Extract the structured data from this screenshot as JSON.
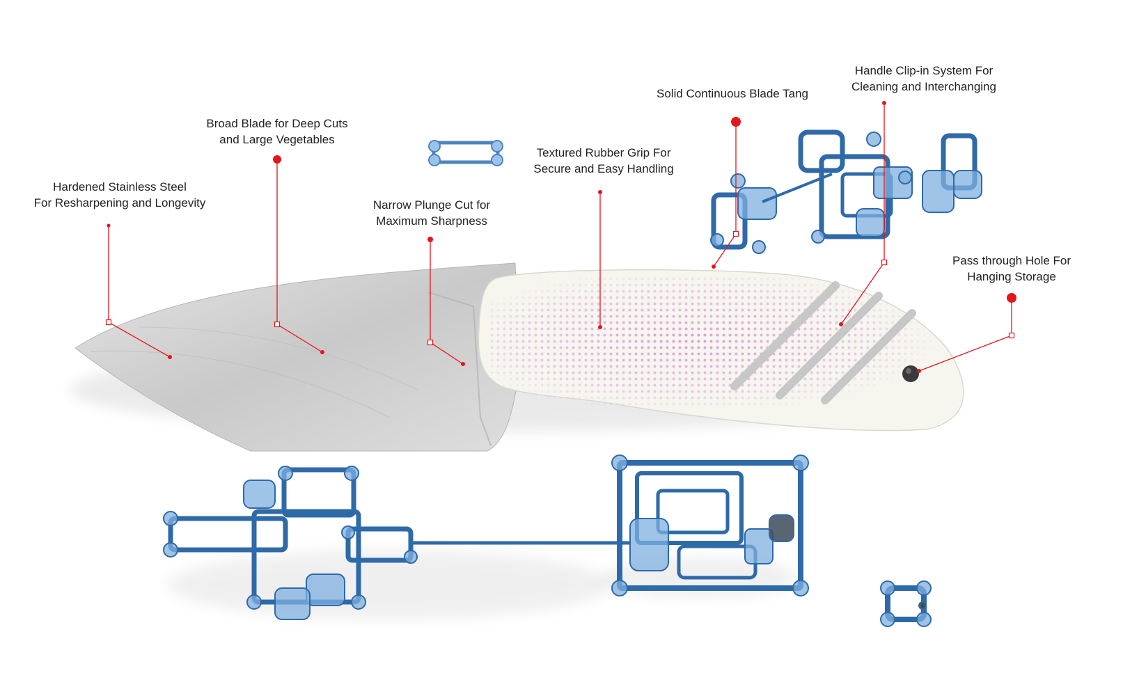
{
  "colors": {
    "leader": "#e8141b",
    "frame_stroke": "#3d78b8",
    "frame_fill": "#7fb0e0",
    "blade": "#cfcfcf",
    "handle": "#f6f6ef",
    "grip_dots": "#d98ae0"
  },
  "callouts": [
    {
      "id": "steel",
      "lines": [
        "Hardened Stainless Steel",
        "For Resharpening and Longevity"
      ]
    },
    {
      "id": "broad",
      "lines": [
        "Broad Blade for Deep Cuts",
        "and Large Vegetables"
      ]
    },
    {
      "id": "plunge",
      "lines": [
        "Narrow Plunge Cut for",
        "Maximum Sharpness"
      ]
    },
    {
      "id": "grip",
      "lines": [
        "Textured Rubber Grip For",
        "Secure and Easy Handling"
      ]
    },
    {
      "id": "tang",
      "lines": [
        "Solid Continuous Blade Tang"
      ]
    },
    {
      "id": "clip",
      "lines": [
        "Handle Clip-in System For",
        "Cleaning and Interchanging"
      ]
    },
    {
      "id": "hole",
      "lines": [
        "Pass through Hole For",
        "Hanging Storage"
      ]
    }
  ]
}
